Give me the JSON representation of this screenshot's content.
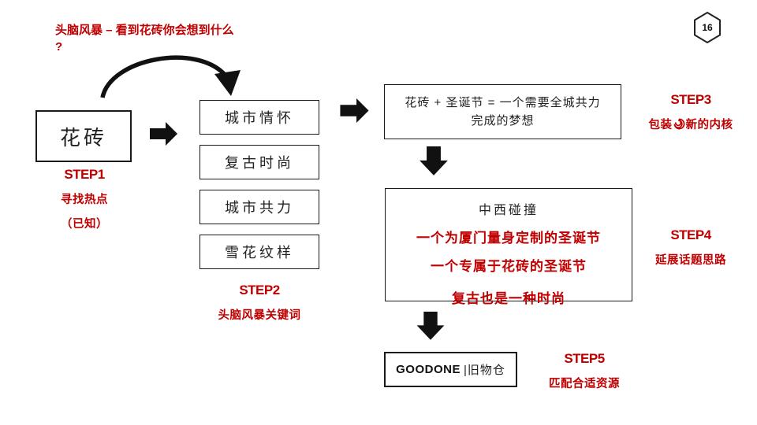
{
  "slide": {
    "title_line1": "头脑风暴 – 看到花砖你会想到什么",
    "title_line2": "?",
    "page_number": "16"
  },
  "nodes": {
    "hotspot": "花砖",
    "keywords": [
      "城市情怀",
      "复古时尚",
      "城市共力",
      "雪花纹样"
    ],
    "formula_line1": "花砖 + 圣诞节 = 一个需要全城共力",
    "formula_line2": "完成的梦想",
    "collision_heading": "中西碰撞",
    "collision_lines": [
      "一个为厦门量身定制的圣诞节",
      "一个专属于花砖的圣诞节",
      "复古也是一种时尚"
    ],
    "resource_brand": "GOODONE",
    "resource_suffix": "|旧物仓"
  },
  "steps": [
    {
      "label": "STEP1",
      "desc1": "寻找热点",
      "desc2": "（已知）"
    },
    {
      "label": "STEP2",
      "desc1": "头脑风暴关键词"
    },
    {
      "label": "STEP3",
      "desc_prefix": "包装",
      "desc_suffix": "新的内核"
    },
    {
      "label": "STEP4",
      "desc1": "延展话题思路"
    },
    {
      "label": "STEP5",
      "desc1": "匹配合适资源"
    }
  ],
  "icons": {
    "swirl": "swirl-icon",
    "page_badge": "hexagon-badge"
  },
  "colors": {
    "accent_red": "#C00000",
    "ink": "#1a1a1a",
    "background": "#FFFFFF"
  }
}
